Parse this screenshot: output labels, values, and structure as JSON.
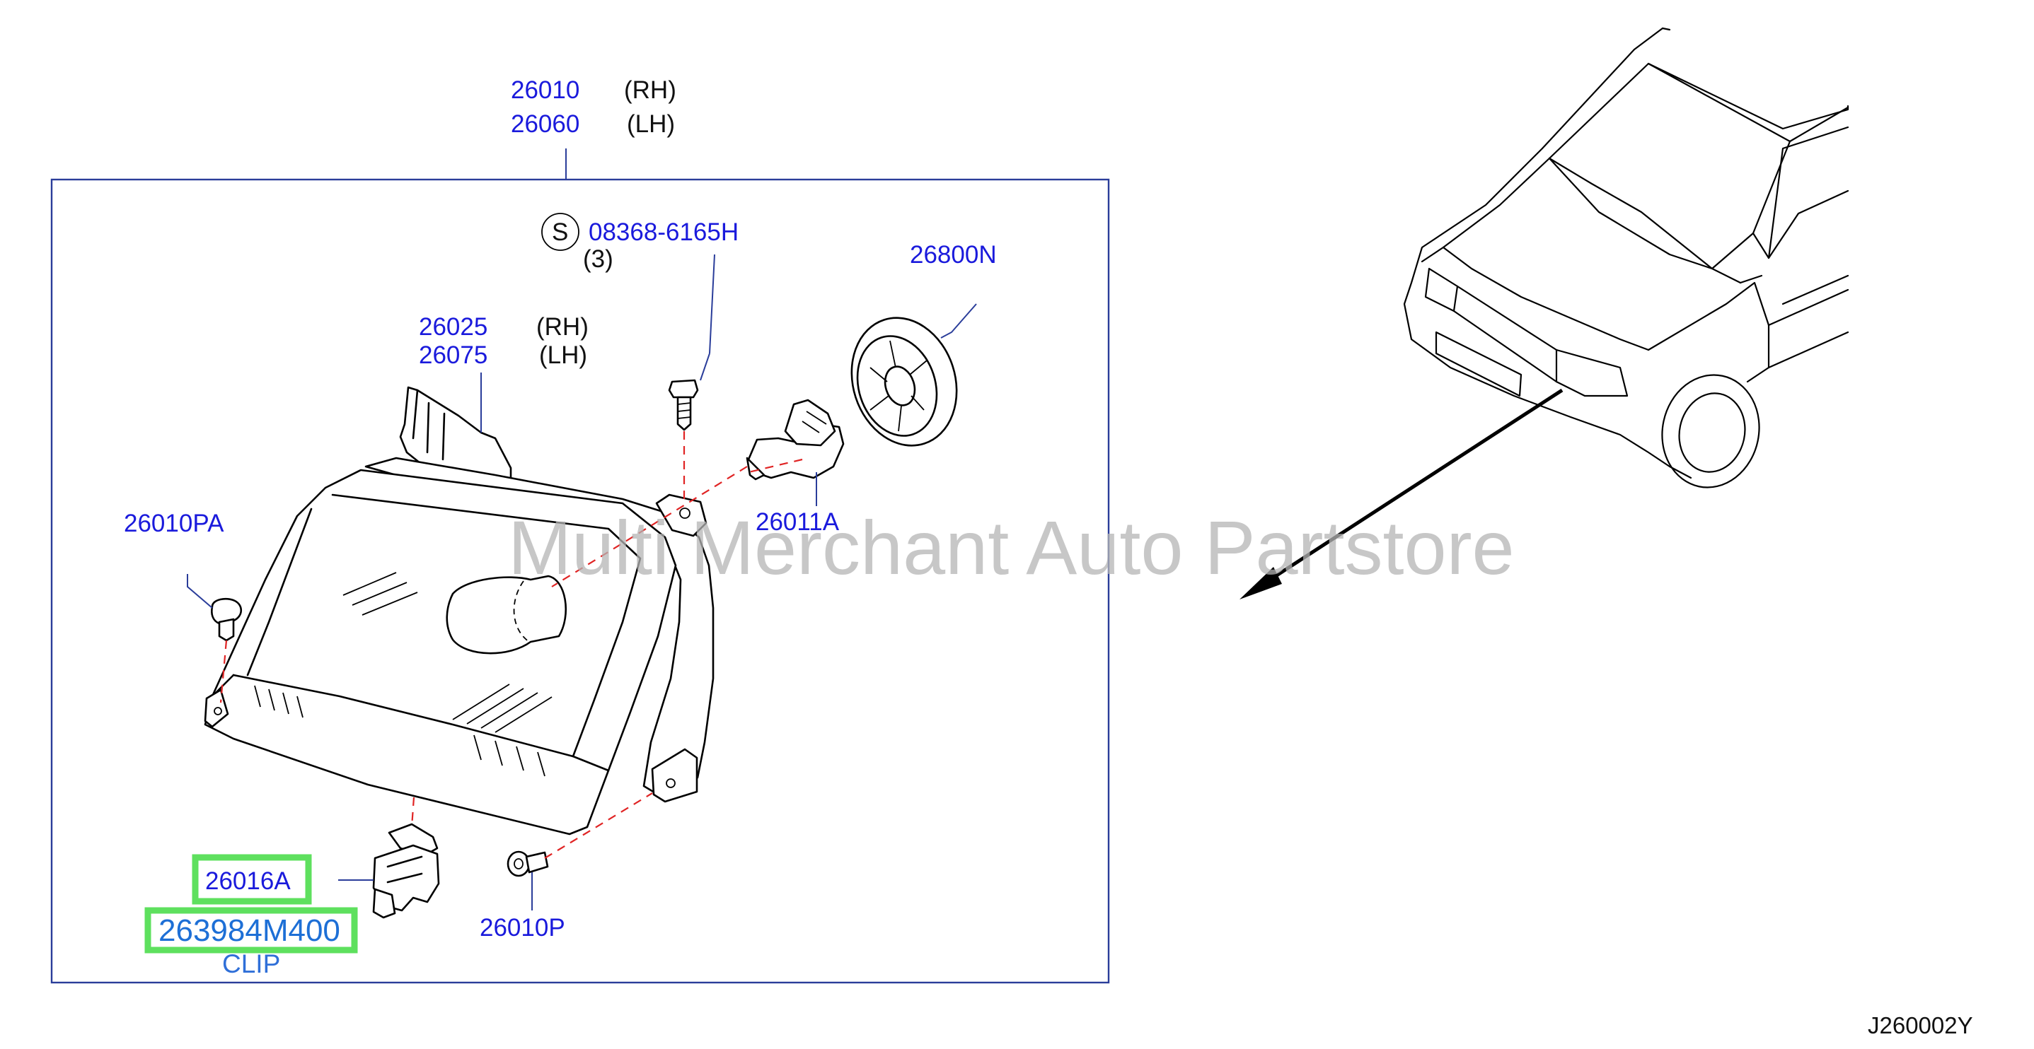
{
  "labels": {
    "assembly_rh_no": "26010",
    "assembly_rh_side": "(RH)",
    "assembly_lh_no": "26060",
    "assembly_lh_side": "(LH)",
    "screw_symbol": "S",
    "screw_no": "08368-6165H",
    "screw_qty": "(3)",
    "housing_rh_no": "26025",
    "housing_rh_side": "(RH)",
    "housing_lh_no": "26075",
    "housing_lh_side": "(LH)",
    "cap_no": "26800N",
    "bulb_no": "26011A",
    "grommet_no": "26010PA",
    "bracket_no": "26016A",
    "clip_part_no": "263984M400",
    "clip_caption": "CLIP",
    "screw_bottom_no": "26010P"
  },
  "watermark": "Multi Merchant Auto Partstore",
  "diagram_code": "J260002Y",
  "colors": {
    "label_blue": "#1a1adc",
    "leader_blue": "#2a3d9a",
    "dash_red": "#e02424",
    "highlight_green": "#5ee05e",
    "clip_blue": "#2f6fd8"
  }
}
